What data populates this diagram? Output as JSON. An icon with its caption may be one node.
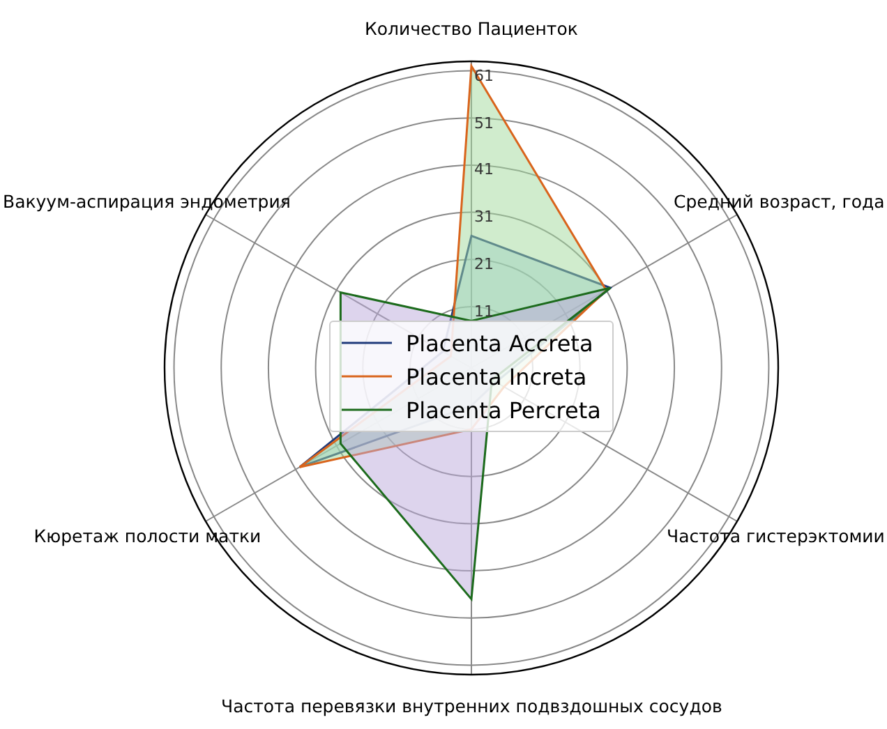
{
  "diagram": {
    "labels": [
      "Количество Пациенток",
      "61",
      "51",
      "41",
      "31",
      "21",
      "11",
      "Вакуум-аспирация эндометрия",
      "Средний возраст, года",
      "Кюретаж полости матки",
      "Частота гистерэктомии",
      "Частота перевязки внутренних подвздошных сосудов"
    ],
    "legend": [
      {
        "text": "Placenta Accreta"
      },
      {
        "text": "Placenta Increta"
      },
      {
        "text": "Placenta Percreta"
      }
    ]
  }
}
